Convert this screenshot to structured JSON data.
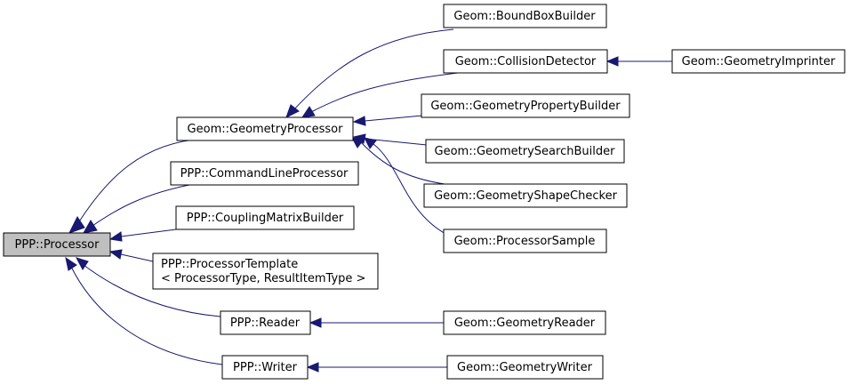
{
  "nodes": {
    "ppp_processor": "PPP::Processor",
    "geometry_processor": "Geom::GeometryProcessor",
    "command_line_processor": "PPP::CommandLineProcessor",
    "coupling_matrix_builder": "PPP::CouplingMatrixBuilder",
    "processor_template_line1": "PPP::ProcessorTemplate",
    "processor_template_line2": "< ProcessorType, ResultItemType >",
    "reader": "PPP::Reader",
    "writer": "PPP::Writer",
    "bound_box_builder": "Geom::BoundBoxBuilder",
    "collision_detector": "Geom::CollisionDetector",
    "geometry_property_builder": "Geom::GeometryPropertyBuilder",
    "geometry_search_builder": "Geom::GeometrySearchBuilder",
    "geometry_shape_checker": "Geom::GeometryShapeChecker",
    "processor_sample": "Geom::ProcessorSample",
    "geometry_reader": "Geom::GeometryReader",
    "geometry_writer": "Geom::GeometryWriter",
    "geometry_imprinter": "Geom::GeometryImprinter"
  },
  "colors": {
    "edge": "#191970",
    "root_fill": "#bfbfbf",
    "node_fill": "#ffffff",
    "node_border": "#000000"
  }
}
